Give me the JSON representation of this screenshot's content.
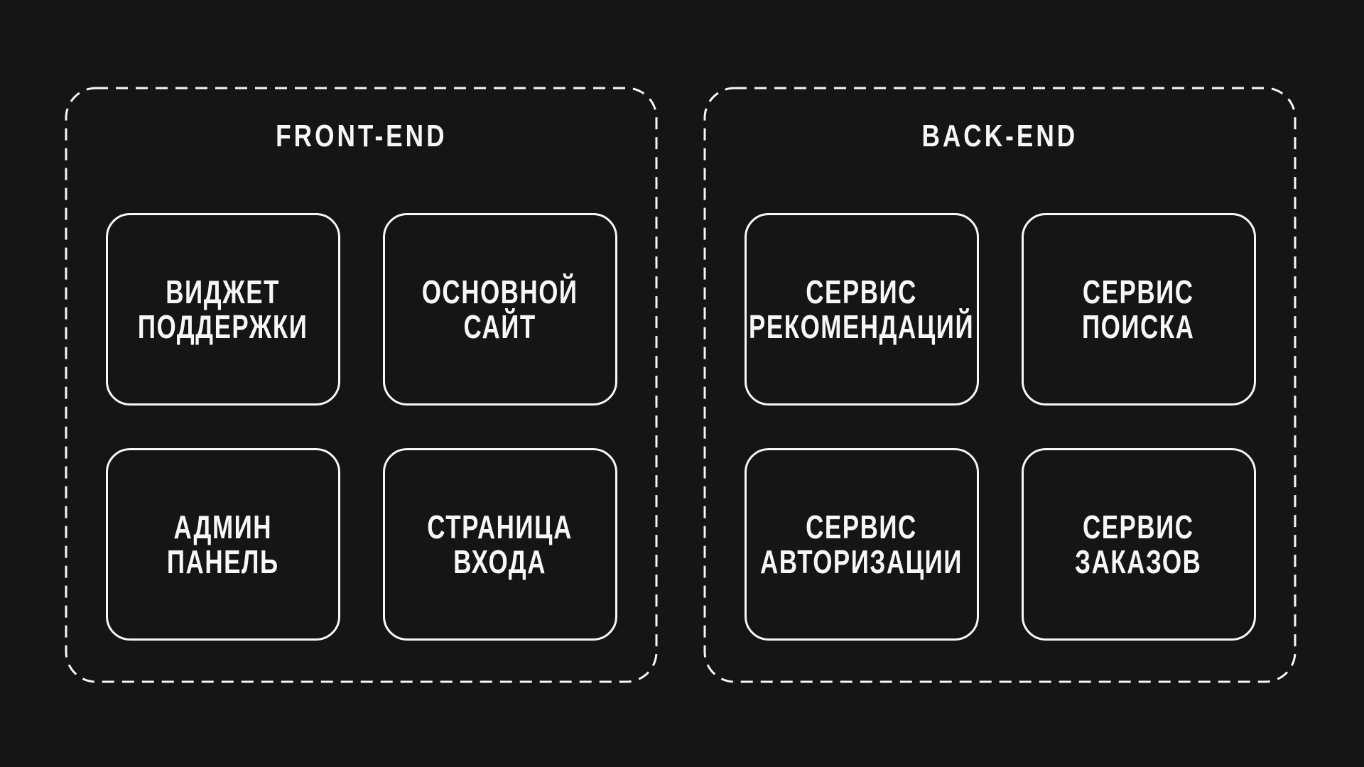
{
  "page": {
    "background_color": "#151515",
    "stroke_color": "#f7f7f7",
    "text_color": "#f7f7f7"
  },
  "zones": [
    {
      "id": "front-end",
      "title": "FRONT-END",
      "boxes": [
        {
          "id": "support-widget",
          "lines": [
            "ВИДЖЕТ",
            "ПОДДЕРЖКИ"
          ]
        },
        {
          "id": "main-site",
          "lines": [
            "ОСНОВНОЙ",
            "САЙТ"
          ]
        },
        {
          "id": "admin-panel",
          "lines": [
            "АДМИН",
            "ПАНЕЛЬ"
          ]
        },
        {
          "id": "login-page",
          "lines": [
            "СТРАНИЦА",
            "ВХОДА"
          ]
        }
      ]
    },
    {
      "id": "back-end",
      "title": "BACK-END",
      "boxes": [
        {
          "id": "recommendations-service",
          "lines": [
            "СЕРВИС",
            "РЕКОМЕНДАЦИЙ"
          ]
        },
        {
          "id": "search-service",
          "lines": [
            "СЕРВИС",
            "ПОИСКА"
          ]
        },
        {
          "id": "auth-service",
          "lines": [
            "СЕРВИС",
            "АВТОРИЗАЦИИ"
          ]
        },
        {
          "id": "orders-service",
          "lines": [
            "СЕРВИС",
            "ЗАКАЗОВ"
          ]
        }
      ]
    }
  ]
}
